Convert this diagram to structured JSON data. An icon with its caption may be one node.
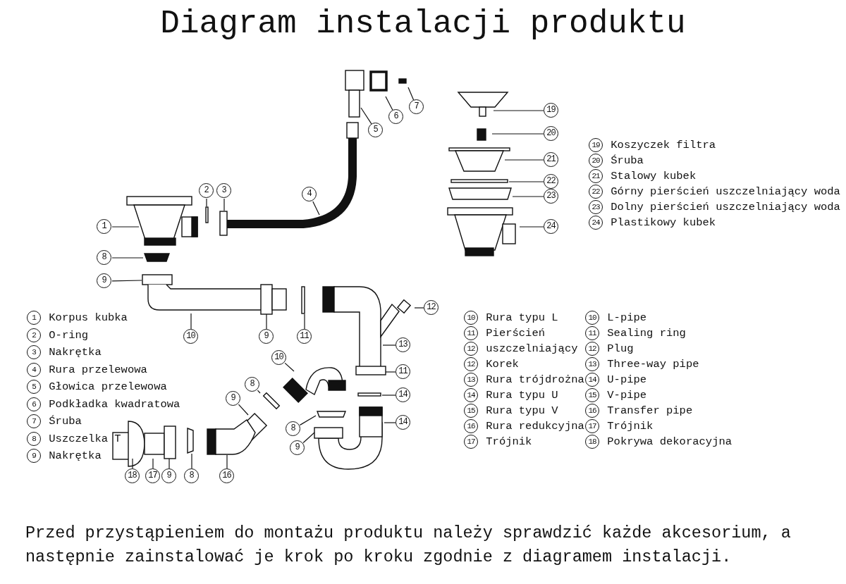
{
  "diagram": {
    "title": "Diagram instalacji produktu",
    "caption": "Przed przystąpieniem do montażu produktu należy sprawdzić każde akcesorium, a następnie zainstalować je krok po kroku zgodnie z diagramem instalacji.",
    "nodes": [
      {
        "text": [
          "7"
        ]
      },
      {
        "text": [
          "6"
        ]
      },
      {
        "text": [
          "5"
        ]
      },
      {
        "text": [
          "19"
        ]
      },
      {
        "text": [
          "20"
        ]
      },
      {
        "text": [
          "21"
        ]
      },
      {
        "text": [
          "22"
        ]
      },
      {
        "text": [
          "23"
        ]
      },
      {
        "text": [
          "4"
        ]
      },
      {
        "text": [
          "2"
        ]
      },
      {
        "text": [
          "3"
        ]
      },
      {
        "text": [
          "1"
        ]
      },
      {
        "text": [
          "24"
        ]
      },
      {
        "text": [
          "8"
        ]
      },
      {
        "text": [
          "9"
        ]
      },
      {
        "text": [
          "10"
        ]
      },
      {
        "text": [
          "9"
        ]
      },
      {
        "text": [
          "11"
        ]
      },
      {
        "text": [
          "12"
        ]
      },
      {
        "text": [
          "13"
        ]
      },
      {
        "text": [
          "10"
        ]
      },
      {
        "text": [
          "8"
        ]
      },
      {
        "text": [
          "11"
        ]
      },
      {
        "text": [
          "9"
        ]
      },
      {
        "text": [
          "14"
        ]
      },
      {
        "text": [
          "14"
        ]
      },
      {
        "text": [
          "8"
        ]
      },
      {
        "text": [
          "9"
        ]
      },
      {
        "text": [
          "18"
        ]
      },
      {
        "text": [
          "17"
        ]
      },
      {
        "text": [
          "9"
        ]
      },
      {
        "text": [
          "8"
        ]
      },
      {
        "text": [
          "16"
        ]
      }
    ],
    "edges": [
      {
        "from": 0,
        "to": null,
        "arrow": "none"
      },
      {
        "from": 1,
        "to": null,
        "arrow": "none"
      },
      {
        "from": 2,
        "to": null,
        "arrow": "none"
      },
      {
        "from": 3,
        "to": null,
        "arrow": "none"
      },
      {
        "from": 4,
        "to": null,
        "arrow": "none"
      },
      {
        "from": 5,
        "to": null,
        "arrow": "none"
      },
      {
        "from": 6,
        "to": null,
        "arrow": "none"
      },
      {
        "from": 7,
        "to": null,
        "arrow": "none"
      },
      {
        "from": 8,
        "to": null,
        "arrow": "none"
      },
      {
        "from": 9,
        "to": null,
        "arrow": "none"
      },
      {
        "from": 10,
        "to": null,
        "arrow": "none"
      },
      {
        "from": 11,
        "to": null,
        "arrow": "none"
      },
      {
        "from": 12,
        "to": null,
        "arrow": "none"
      },
      {
        "from": 13,
        "to": null,
        "arrow": "none"
      },
      {
        "from": 14,
        "to": null,
        "arrow": "none"
      },
      {
        "from": 15,
        "to": null,
        "arrow": "none"
      },
      {
        "from": 16,
        "to": null,
        "arrow": "none"
      },
      {
        "from": 17,
        "to": null,
        "arrow": "none"
      },
      {
        "from": 18,
        "to": null,
        "arrow": "none"
      },
      {
        "from": 19,
        "to": null,
        "arrow": "none"
      },
      {
        "from": 20,
        "to": null,
        "arrow": "none"
      },
      {
        "from": 21,
        "to": null,
        "arrow": "none"
      },
      {
        "from": 22,
        "to": null,
        "arrow": "none"
      },
      {
        "from": 23,
        "to": null,
        "arrow": "none"
      },
      {
        "from": 24,
        "to": null,
        "arrow": "none"
      },
      {
        "from": 25,
        "to": null,
        "arrow": "none"
      },
      {
        "from": 26,
        "to": null,
        "arrow": "none"
      },
      {
        "from": 27,
        "to": null,
        "arrow": "none"
      },
      {
        "from": 28,
        "to": null,
        "arrow": "none"
      },
      {
        "from": 29,
        "to": null,
        "arrow": "none"
      },
      {
        "from": 30,
        "to": null,
        "arrow": "none"
      },
      {
        "from": 31,
        "to": null,
        "arrow": "none"
      },
      {
        "from": 32,
        "to": null,
        "arrow": "none"
      }
    ],
    "labels": [
      "19 Koszyczek filtra",
      "20 Śruba",
      "21 Stalowy kubek",
      "22 Górny pierścień uszczelniający woda",
      "23 Dolny pierścień uszczelniający woda",
      "24 Plastikowy kubek",
      "1 Korpus kubka",
      "2 O-ring",
      "3 Nakrętka",
      "4 Rura przelewowa",
      "5 Głowica przelewowa",
      "6 Podkładka kwadratowa",
      "7 Śruba",
      "8 Uszczelka T",
      "9 Nakrętka",
      "10 Rura typu L",
      "11 Pierścień",
      "12 uszczelniający",
      "12 Korek",
      "13 Rura trójdrożna",
      "14 Rura typu U",
      "15 Rura typu V",
      "16 Rura redukcyjna",
      "17 Trójnik",
      "10 L-pipe",
      "11 Sealing ring",
      "12 Plug",
      "13 Three-way pipe",
      "14 U-pipe",
      "15 V-pipe",
      "16 Transfer pipe",
      "17 Trójnik",
      "18 Pokrywa dekoracyjna"
    ]
  }
}
